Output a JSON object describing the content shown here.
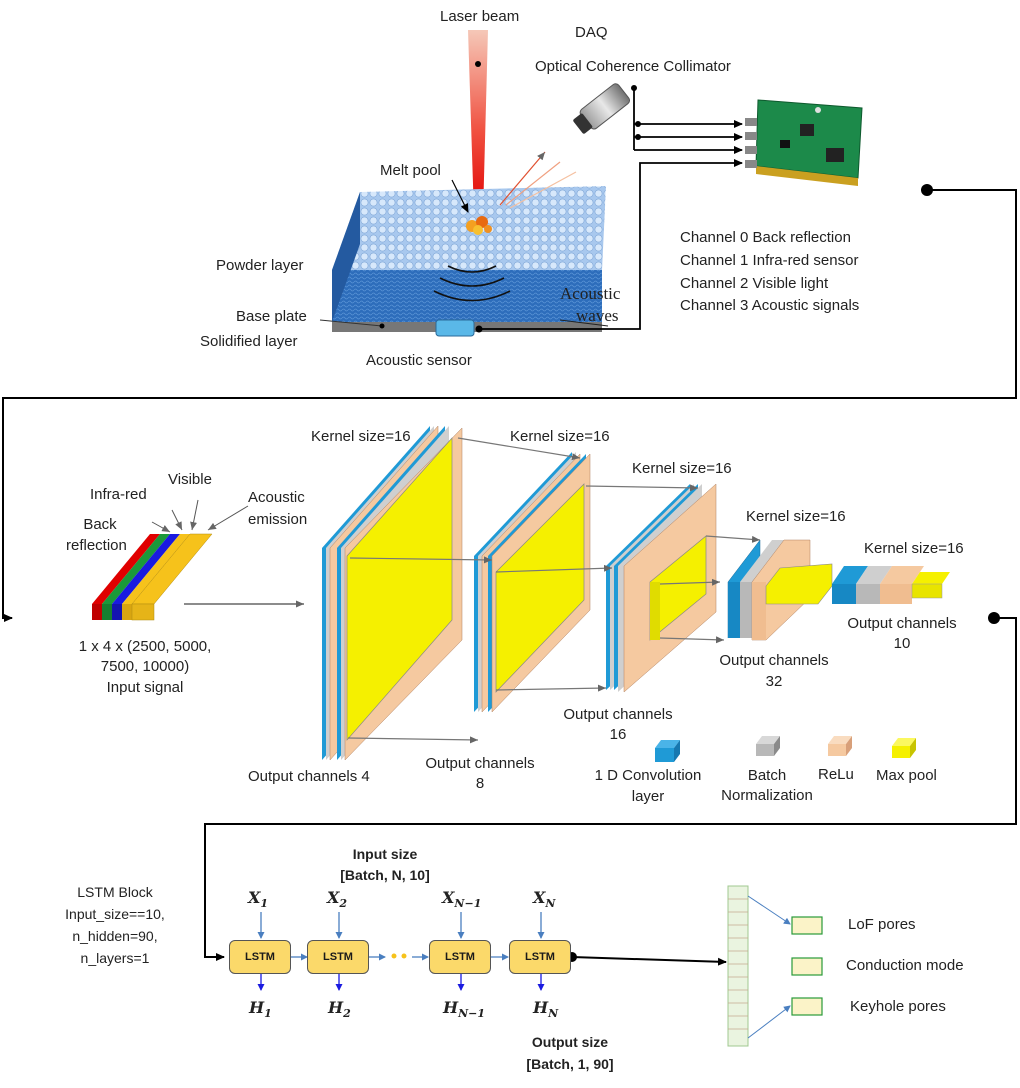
{
  "top": {
    "laser_beam": "Laser beam",
    "daq": "DAQ",
    "collimator": "Optical Coherence Collimator",
    "melt_pool": "Melt pool",
    "powder_layer": "Powder layer",
    "base_plate": "Base plate",
    "solidified_layer": "Solidified layer",
    "acoustic_waves_1": "Acoustic",
    "acoustic_waves_2": "waves",
    "acoustic_sensor": "Acoustic sensor",
    "channels": [
      "Channel 0 Back reflection",
      "Channel 1 Infra-red sensor",
      "Channel 2 Visible light",
      "Channel 3 Acoustic signals"
    ]
  },
  "cnn": {
    "input_labels": {
      "infra_red": "Infra-red",
      "visible": "Visible",
      "back_1": "Back",
      "back_2": "reflection",
      "acoustic_1": "Acoustic",
      "acoustic_2": "emission"
    },
    "input_signal_1": "1 x 4 x (2500, 5000,",
    "input_signal_2": "7500, 10000)",
    "input_signal_3": "Input signal",
    "kernels": [
      "Kernel size=16",
      "Kernel size=16",
      "Kernel size=16",
      "Kernel size=16",
      "Kernel size=16"
    ],
    "outputs": {
      "o1": "Output channels  4",
      "o2a": "Output channels",
      "o2b": "8",
      "o3a": "Output channels",
      "o3b": "16",
      "o4a": "Output channels",
      "o4b": "32",
      "o5a": "Output channels",
      "o5b": "10"
    },
    "legend": {
      "conv_1": "1 D Convolution",
      "conv_2": "layer",
      "bn_1": "Batch",
      "bn_2": "Normalization",
      "relu": "ReLu",
      "maxpool": "Max pool"
    },
    "colors": {
      "conv": "#1f9ad6",
      "batchnorm": "#b8b8b8",
      "relu": "#f5c9a0",
      "maxpool": "#f5f000",
      "red": "#e00000",
      "green": "#1a9a3a",
      "blue": "#1a1ae0",
      "gold": "#f6c21b"
    }
  },
  "lstm": {
    "block_1": "LSTM Block",
    "block_2": "Input_size==10,",
    "block_3": "n_hidden=90,",
    "block_4": "n_layers=1",
    "input_size_1": "Input size",
    "input_size_2": "[Batch, N, 10]",
    "output_size_1": "Output size",
    "output_size_2": "[Batch, 1, 90]",
    "cell_label": "LSTM",
    "x_labels": [
      "X",
      "X",
      "X",
      "X"
    ],
    "x_subs": [
      "1",
      "2",
      "N−1",
      "N"
    ],
    "h_labels": [
      "H",
      "H",
      "H",
      "H"
    ],
    "h_subs": [
      "1",
      "2",
      "N−1",
      "N"
    ],
    "classes": [
      "LoF pores",
      "Conduction mode",
      "Keyhole pores"
    ]
  }
}
